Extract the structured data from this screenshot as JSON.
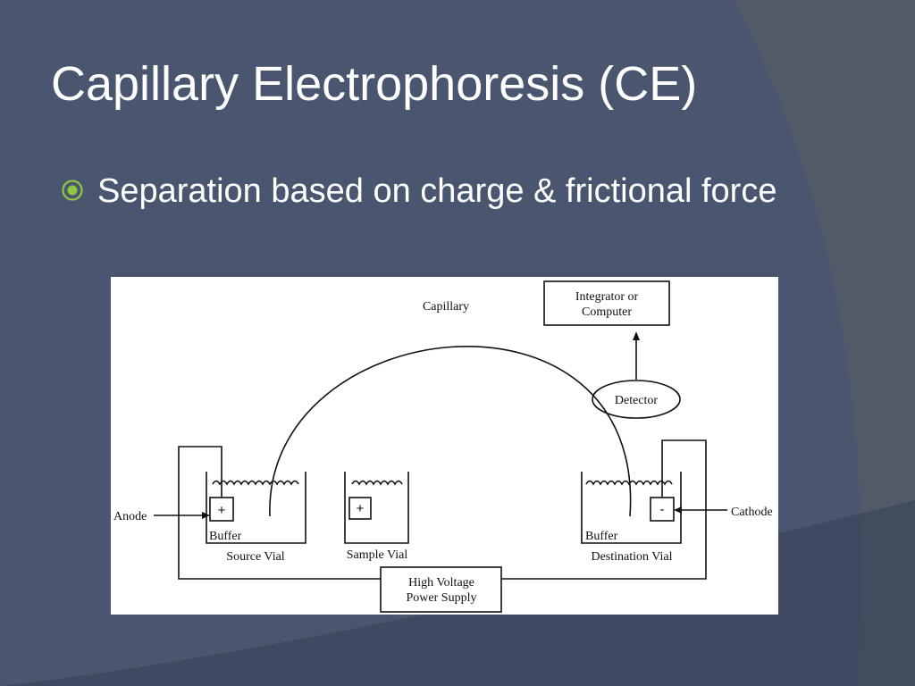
{
  "slide": {
    "title": "Capillary Electrophoresis (CE)",
    "bullet": "Separation based on charge & frictional force"
  },
  "diagram": {
    "capillary": "Capillary",
    "integrator_line1": "Integrator  or",
    "integrator_line2": "Computer",
    "detector": "Detector",
    "anode": "Anode",
    "cathode": "Cathode",
    "plus_symbol": "+",
    "minus_symbol": "-",
    "buffer_left": "Buffer",
    "buffer_right": "Buffer",
    "source_vial": "Source Vial",
    "sample_vial": "Sample Vial",
    "destination_vial": "Destination Vial",
    "power_line1": "High Voltage",
    "power_line2": "Power Supply"
  },
  "colors": {
    "background": "#4a5670",
    "bullet_accent": "#8ec63f",
    "text": "#ffffff"
  }
}
